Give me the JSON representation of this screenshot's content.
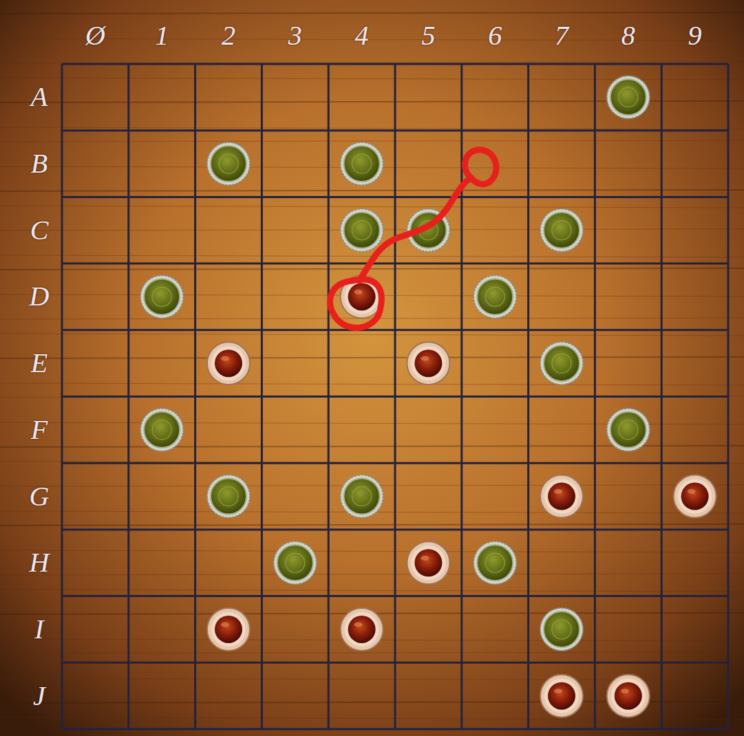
{
  "diagram": {
    "labels": [
      "Ø",
      "1",
      "2",
      "3",
      "4",
      "5",
      "6",
      "7",
      "8",
      "9",
      "A",
      "B",
      "C",
      "D",
      "E",
      "F",
      "G",
      "H",
      "I",
      "J"
    ]
  }
}
